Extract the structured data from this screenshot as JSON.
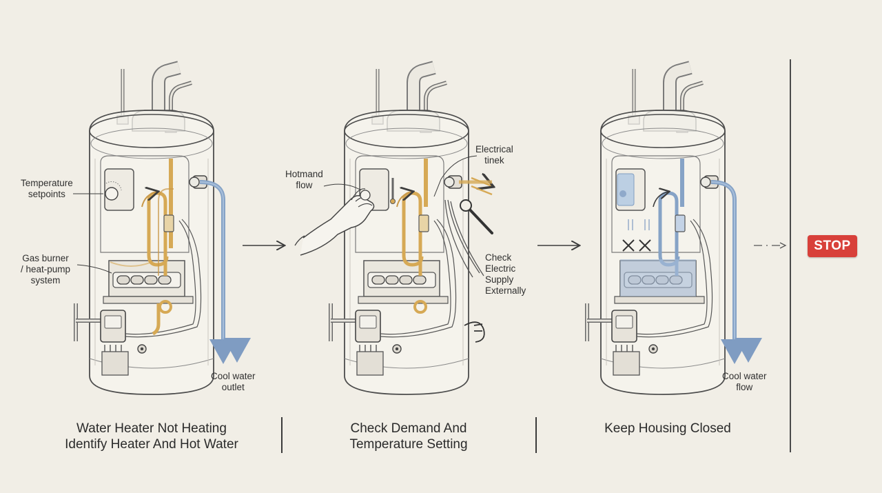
{
  "panels": [
    {
      "caption_line1": "Water Heater Not Heating",
      "caption_line2": "Identify Heater And Hot Water",
      "labels": {
        "temperature_setpoints_l1": "Temperature",
        "temperature_setpoints_l2": "setpoints",
        "burner_l1": "Gas burner",
        "burner_l2": "/ heat-pump",
        "burner_l3": "system",
        "outlet_l1": "Cool water",
        "outlet_l2": "outlet"
      }
    },
    {
      "caption_line1": "Check Demand And",
      "caption_line2": "Temperature Setting",
      "labels": {
        "hotmand_l1": "Hotmand",
        "hotmand_l2": "flow",
        "electrical_l1": "Electrical",
        "electrical_l2": "tinek",
        "check_l1": "Check",
        "check_l2": "Electric",
        "check_l3": "Supply",
        "check_l4": "Externally"
      }
    },
    {
      "caption_line1": "Keep Housing Closed",
      "labels": {
        "flow_l1": "Cool water",
        "flow_l2": "flow"
      }
    }
  ],
  "stop_label": "STOP",
  "colors": {
    "hot": "#d6a955",
    "cold": "#86a3c6",
    "stop": "#d8403a",
    "ink": "#3c3c3c"
  }
}
